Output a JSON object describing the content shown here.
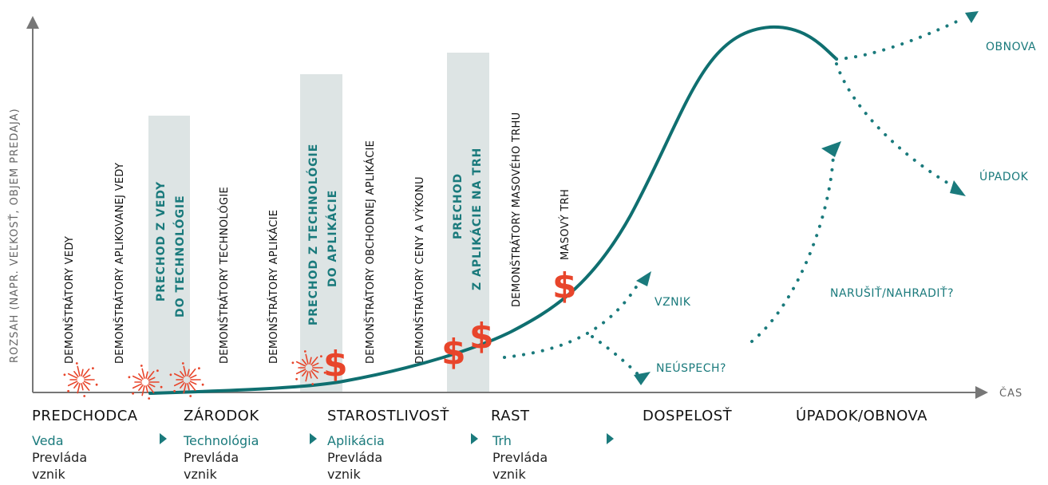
{
  "axes": {
    "y_label": "ROZSAH (NAPR. VEĽKOSŤ, OBJEM PREDAJA)",
    "x_label": "ČAS"
  },
  "vertical_labels": [
    "DEMONŠTRÁTORY VEDY",
    "DEMONŠTRÁTORY APLIKOVANEJ VEDY",
    "DEMONŠTRÁTORY TECHNOLÓGIE",
    "DEMONŠTRÁTORY APLIKÁCIE",
    "DEMONŠTRÁTORY OBCHODNEJ APLIKÁCIE",
    "DEMONŠTRÁTORY CENY A VÝKONU",
    "DEMONŠTRÁTORY MASOVÉHO TRHU",
    "MASOVÝ TRH"
  ],
  "transitions": [
    {
      "line1": "PRECHOD Z VEDY",
      "line2": "DO TECHNOLÓGIE"
    },
    {
      "line1": "PRECHOD Z TECHNOLÓGIE",
      "line2": "DO APLIKÁCIE"
    },
    {
      "line1": "PRECHOD",
      "line2": "Z APLIKÁCIE NA TRH"
    }
  ],
  "outcomes": {
    "obnova": "OBNOVA",
    "upadok": "ÚPADOK",
    "vznik": "VZNIK",
    "neuspech": "NEÚSPECH?",
    "narusit": "NARUŠIŤ/NAHRADIŤ?"
  },
  "dollar_symbol": "$",
  "stages": [
    "PREDCHODCA",
    "ZÁRODOK",
    "STAROSTLIVOSŤ",
    "RAST",
    "DOSPELOSŤ",
    "ÚPADOK/OBNOVA"
  ],
  "stage_details": [
    {
      "domain": "Veda",
      "line1": "Prevláda",
      "line2": "vznik"
    },
    {
      "domain": "Technológia",
      "line1": "Prevláda",
      "line2": "vznik"
    },
    {
      "domain": "Aplikácia",
      "line1": "Prevláda",
      "line2": "vznik"
    },
    {
      "domain": "Trh",
      "line1": "Prevláda",
      "line2": "vznik"
    }
  ],
  "colors": {
    "teal": "#1a7a7c",
    "curve": "#0f6f70",
    "red": "#e8452b",
    "band": "#dde4e4",
    "axis": "#777777"
  }
}
